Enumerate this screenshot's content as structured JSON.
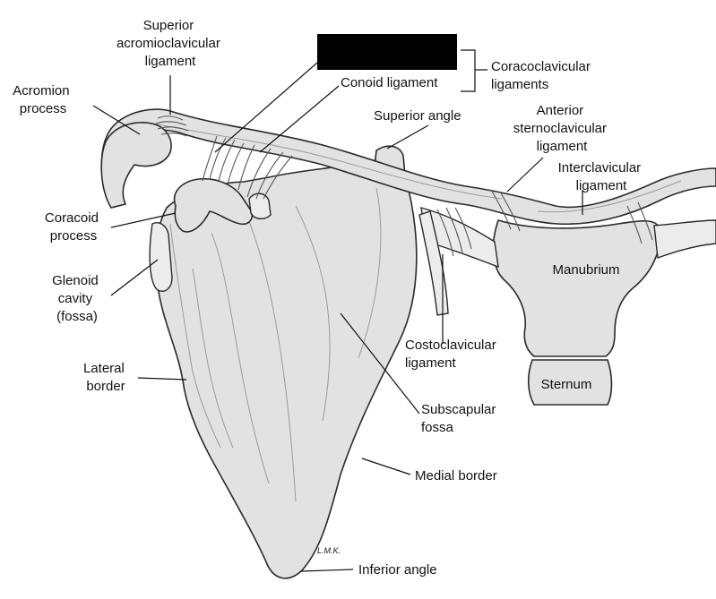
{
  "labels": {
    "superior_acromioclavicular_ligament": [
      "Superior",
      "acromioclavicular",
      "ligament"
    ],
    "acromion_process": [
      "Acromion",
      "process"
    ],
    "conoid_ligament": "Conoid ligament",
    "coracoclavicular_ligaments": [
      "Coracoclavicular",
      "ligaments"
    ],
    "superior_angle": "Superior angle",
    "anterior_sternoclavicular_ligament": [
      "Anterior",
      "sternoclavicular",
      "ligament"
    ],
    "interclavicular_ligament": [
      "Interclavicular",
      "ligament"
    ],
    "coracoid_process": [
      "Coracoid",
      "process"
    ],
    "glenoid_cavity": [
      "Glenoid",
      "cavity",
      "(fossa)"
    ],
    "manubrium": "Manubrium",
    "costoclavicular_ligament": [
      "Costoclavicular",
      "ligament"
    ],
    "lateral_border": [
      "Lateral",
      "border"
    ],
    "sternum": "Sternum",
    "subscapular_fossa": [
      "Subscapular",
      "fossa"
    ],
    "medial_border": "Medial border",
    "inferior_angle": "Inferior angle",
    "artist_signature": "L.M.K."
  },
  "colors": {
    "redaction_box": "#000000",
    "bone_fill": "#e2e2e2",
    "outline": "#2a2a2a",
    "label_text": "#111111"
  }
}
